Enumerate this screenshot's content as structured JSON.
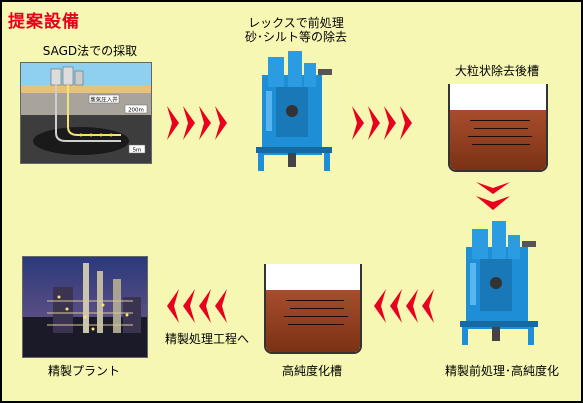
{
  "title": "提案設備",
  "steps": {
    "sagd": "SAGD法での採取",
    "lex_line1": "レックスで前処理",
    "lex_line2": "砂･シルト等の除去",
    "large_tank": "大粒状除去後槽",
    "pre_process": "精製前処理･高純度化",
    "high_purity_tank": "高純度化槽",
    "to_refining": "精製処理工程へ",
    "refinery": "精製プラント"
  },
  "diagram_labels": {
    "layer_top": "蒸気圧入井",
    "depth_1": "200m",
    "depth_2": "5m"
  },
  "colors": {
    "title": "#e8001c",
    "arrow": "#e8001c",
    "background": "#f7f7b4",
    "machine": "#1e8ed6",
    "liquid": "#8f3e1f"
  }
}
